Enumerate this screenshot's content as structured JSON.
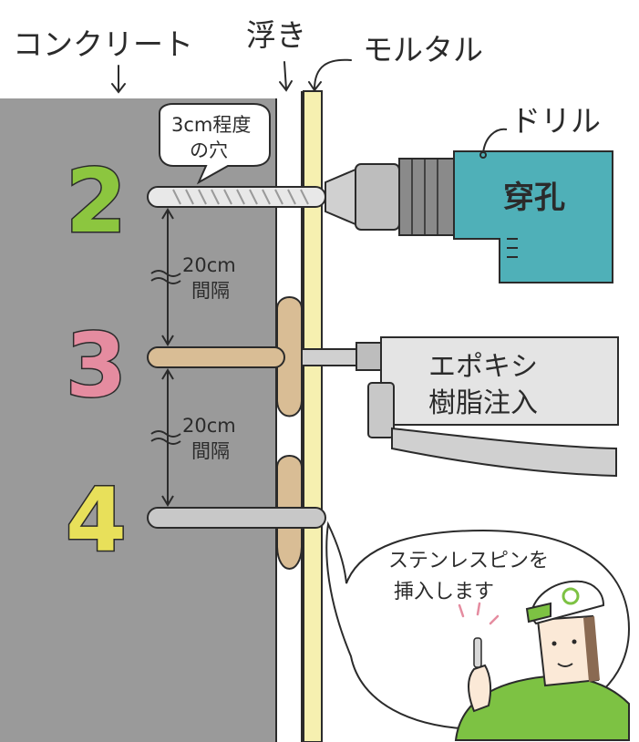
{
  "labels": {
    "concrete": "コンクリート",
    "float": "浮き",
    "mortar": "モルタル",
    "drill": "ドリル"
  },
  "hole_note": {
    "line1": "3cm程度",
    "line2": "の穴"
  },
  "spacing": [
    {
      "value": "20cm",
      "word": "間隔"
    },
    {
      "value": "20cm",
      "word": "間隔"
    }
  ],
  "steps": [
    {
      "number": "2",
      "color": "#8cc63f",
      "label": "穿孔"
    },
    {
      "number": "3",
      "color": "#e58ca0",
      "line1": "エポキシ",
      "line2": "樹脂注入"
    },
    {
      "number": "4",
      "color": "#e8e05a"
    }
  ],
  "speech": {
    "line1": "ステンレスピンを",
    "line2": "挿入します"
  },
  "colors": {
    "concrete": "#9a9a9a",
    "mortar": "#f6f0b0",
    "drill_body": "#4fb0b8",
    "resin": "#d9bd95",
    "pin": "#c8c8c8",
    "worker": "#7dc243"
  }
}
